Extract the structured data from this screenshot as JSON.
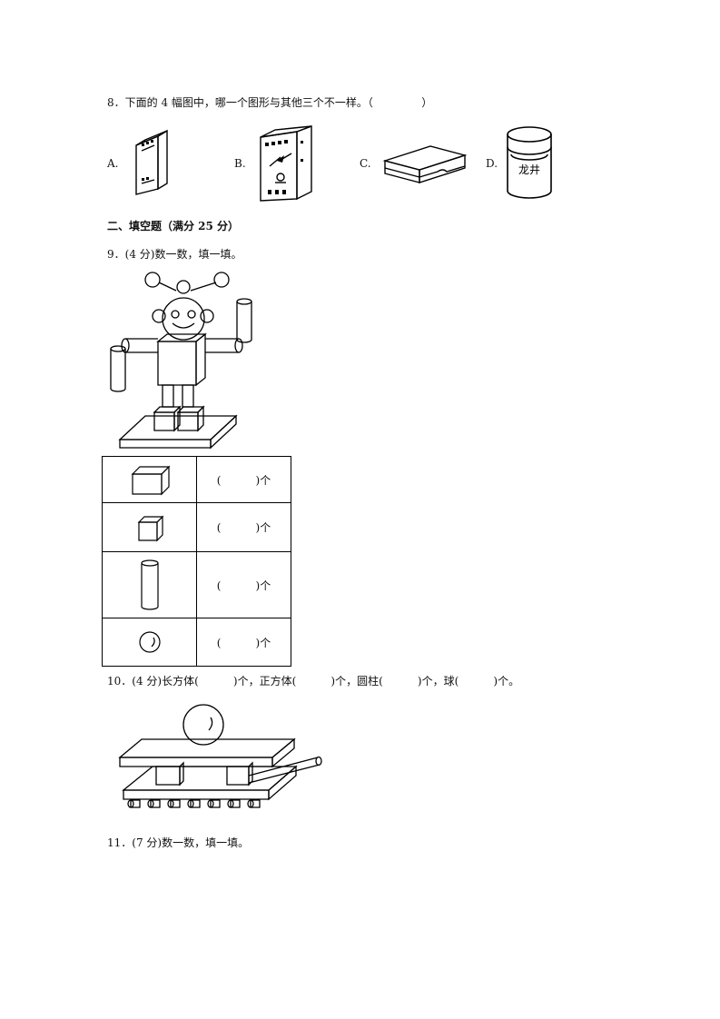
{
  "q8": {
    "text": "8．下面的 4 幅图中，哪一个图形与其他三个不一样。（              ）",
    "options": [
      "A.",
      "B.",
      "C.",
      "D."
    ],
    "jar_label": "龙井"
  },
  "section2": {
    "title": "二、填空题（满分 25 分）"
  },
  "q9": {
    "text": "9．(4 分)数一数，填一填。",
    "rows": [
      {
        "answer": "(          )个"
      },
      {
        "answer": "(          )个"
      },
      {
        "answer": "(          )个"
      },
      {
        "answer": "(          )个"
      }
    ]
  },
  "q10": {
    "text": "10．(4 分)长方体(          )个，正方体(          )个，圆柱(          )个，球(          )个。"
  },
  "q11": {
    "text": "11．(7 分)数一数，填一填。"
  }
}
